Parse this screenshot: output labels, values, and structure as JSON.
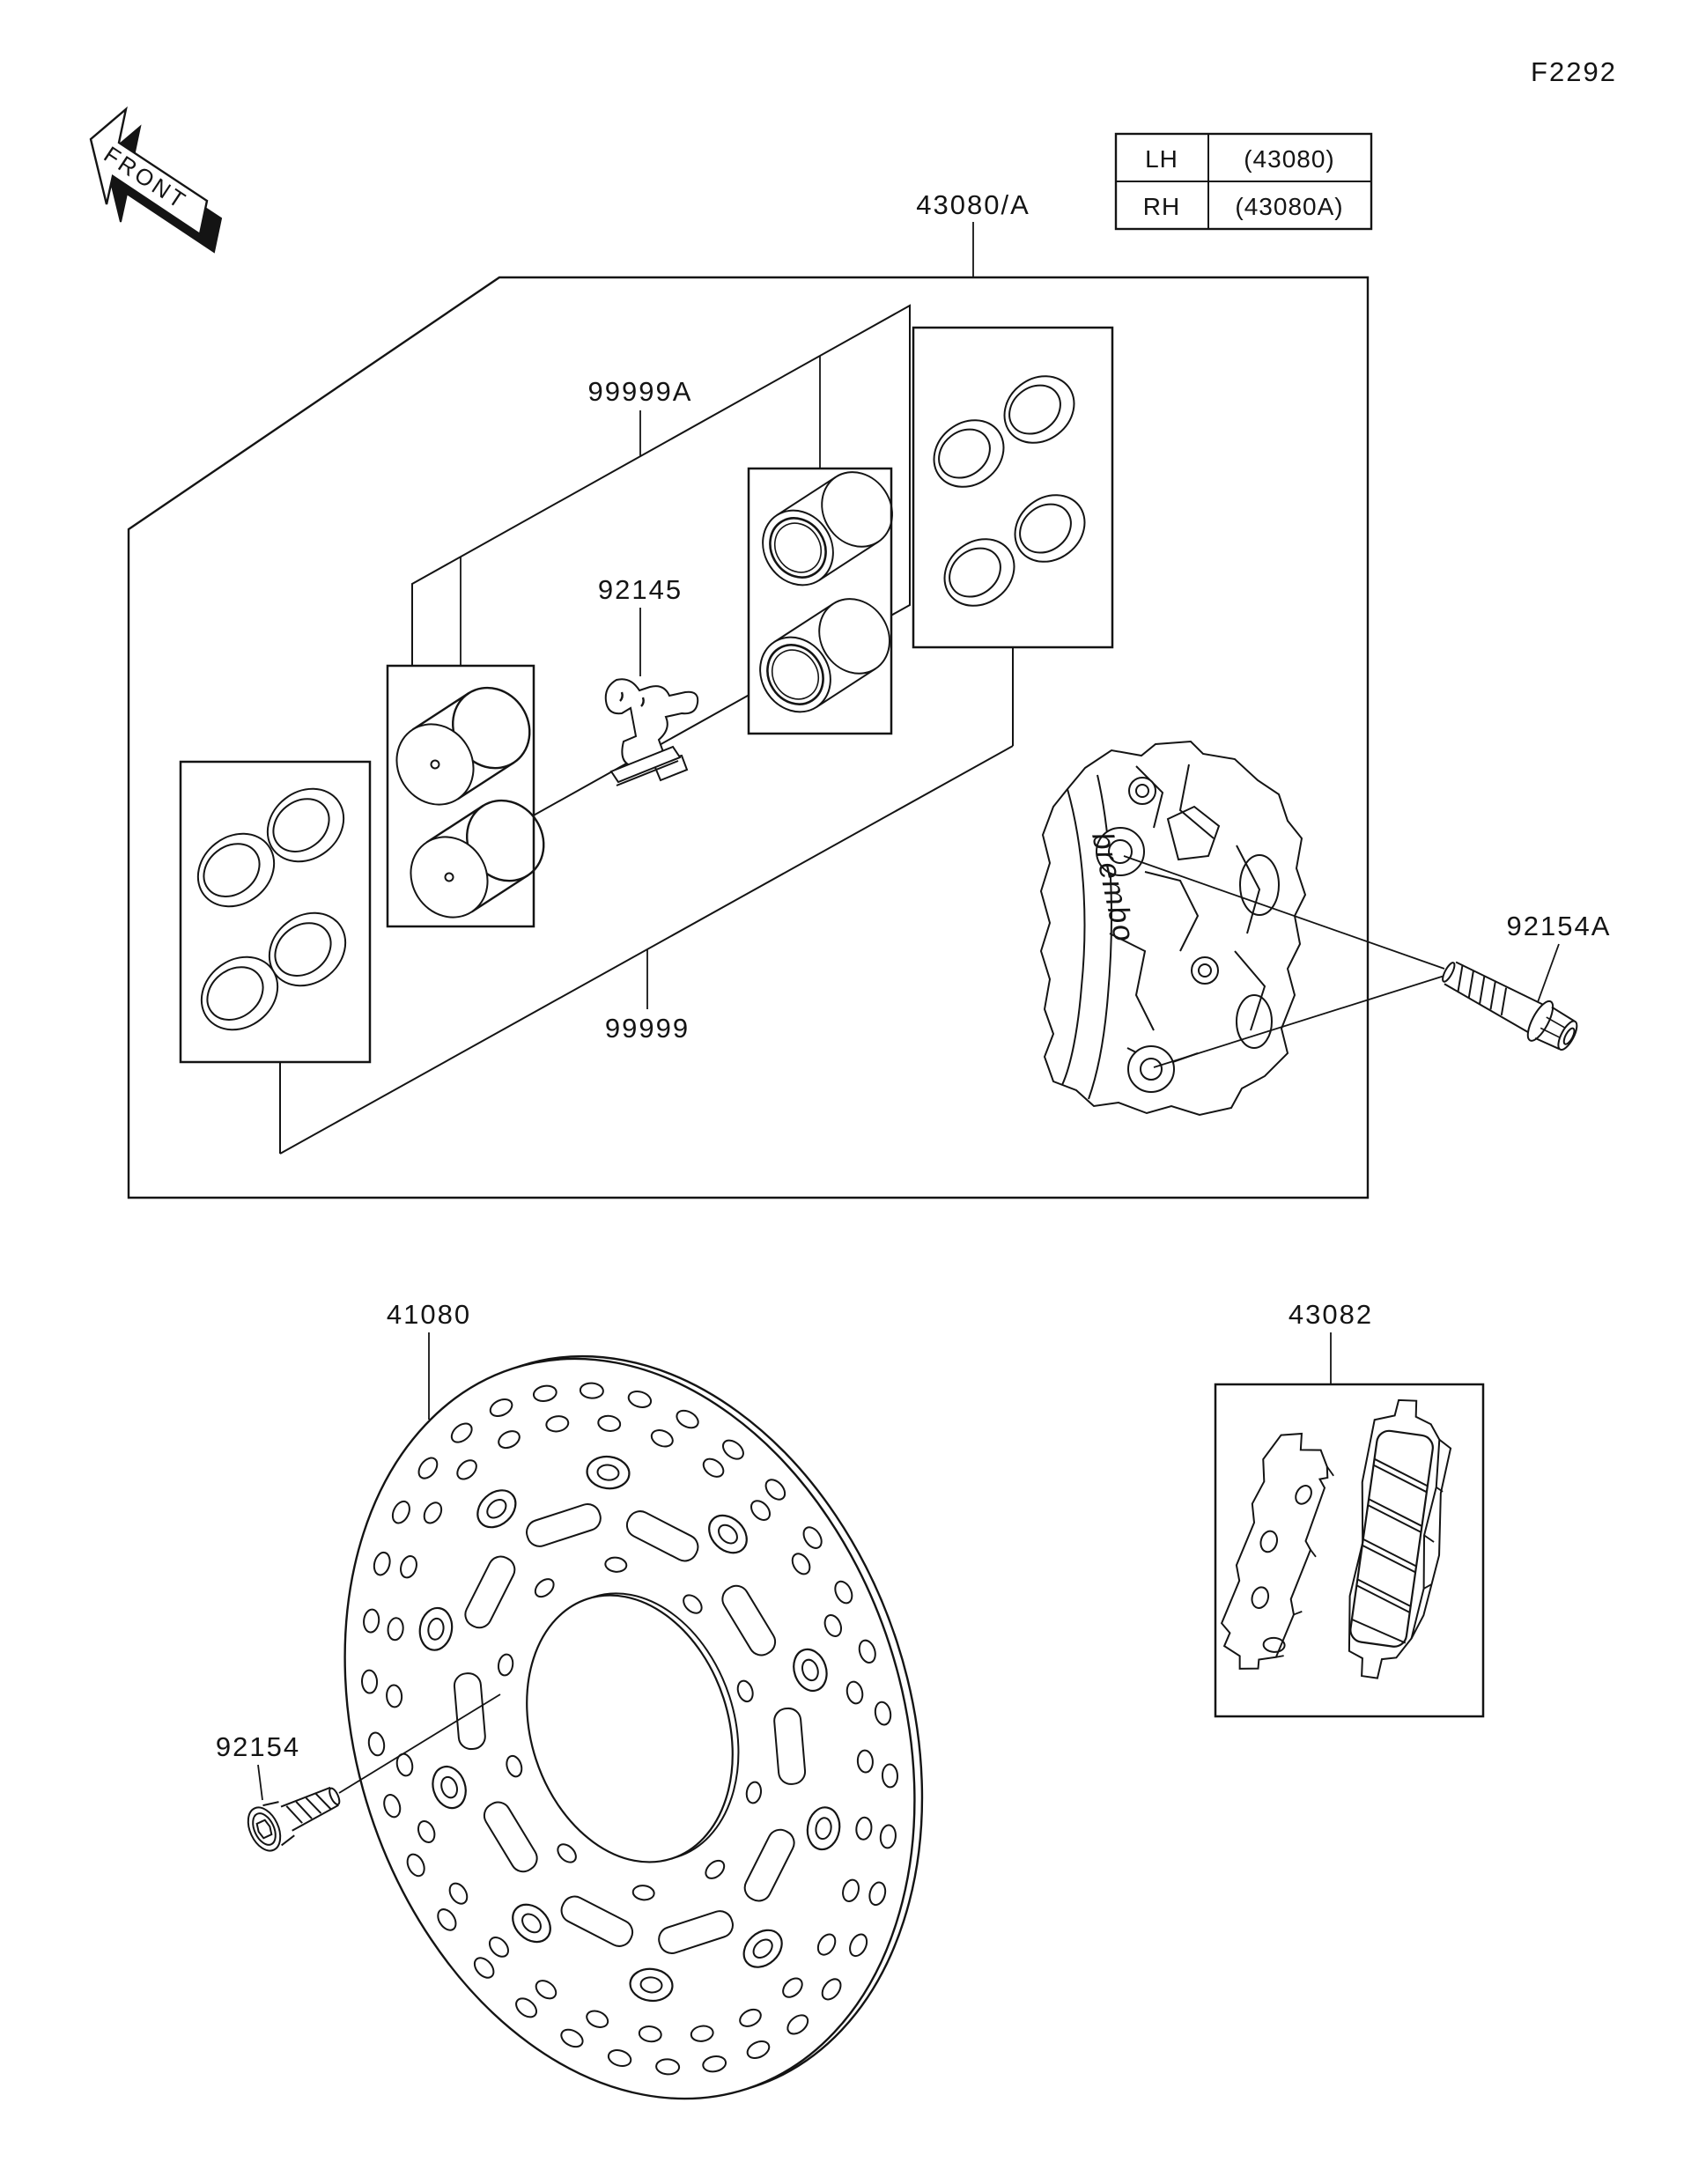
{
  "page": {
    "figure_code": "F2292"
  },
  "front_marker": {
    "label": "FRONT"
  },
  "variant_table": {
    "rows": [
      {
        "side": "LH",
        "part_no": "(43080)"
      },
      {
        "side": "RH",
        "part_no": "(43080A)"
      }
    ]
  },
  "parts": {
    "caliper_assy": {
      "label": "43080/A"
    },
    "seal_kit_upper": {
      "label": "99999A"
    },
    "pad_spring": {
      "label": "92145"
    },
    "seal_kit_lower": {
      "label": "99999"
    },
    "caliper_bolt": {
      "label": "92154A"
    },
    "brake_disc": {
      "label": "41080"
    },
    "disc_bolt": {
      "label": "92154"
    },
    "pad_set": {
      "label": "43082"
    },
    "caliper_brand": "brembo"
  }
}
